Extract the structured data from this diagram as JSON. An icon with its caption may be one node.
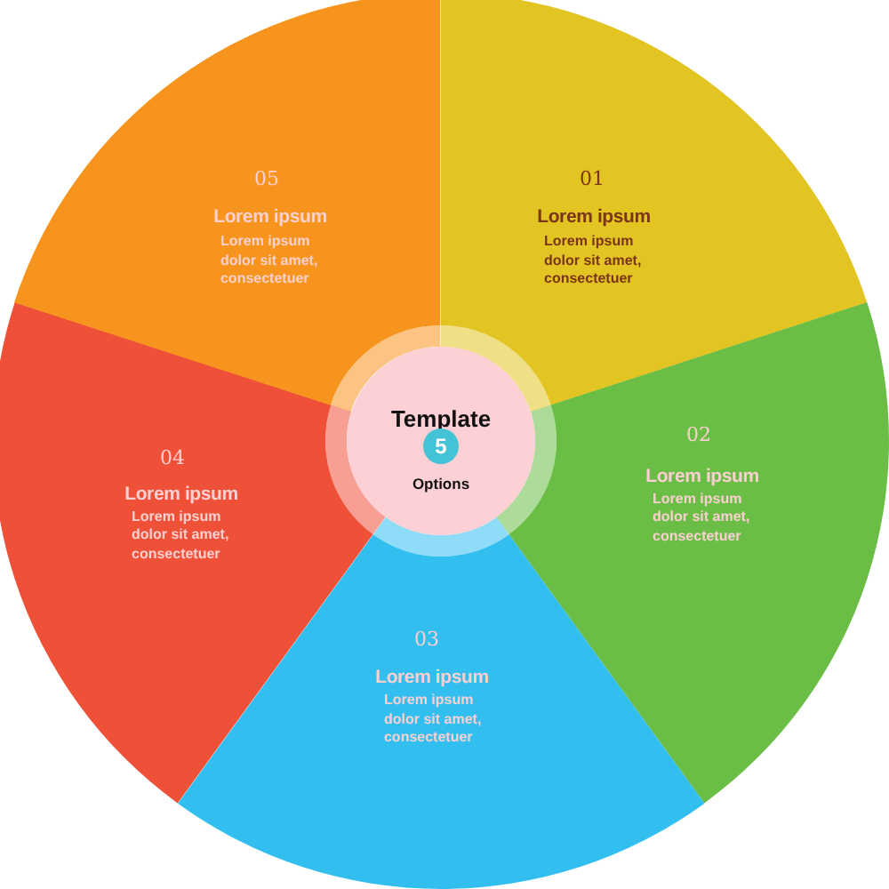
{
  "diagram": {
    "nodes": [
      {
        "text": [
          "01",
          "Lorem ipsum",
          "Lorem ipsum dolor sit amet, consectetuer"
        ]
      },
      {
        "text": [
          "02",
          "Lorem ipsum",
          "Lorem ipsum dolor sit amet, consectetuer"
        ]
      },
      {
        "text": [
          "03",
          "Lorem ipsum",
          "Lorem ipsum dolor sit amet, consectetuer"
        ]
      },
      {
        "text": [
          "04",
          "Lorem ipsum",
          "Lorem ipsum dolor sit amet, consectetuer"
        ]
      },
      {
        "text": [
          "05",
          "Lorem ipsum",
          "Lorem ipsum dolor sit amet, consectetuer"
        ]
      },
      {
        "text": [
          "Template",
          "Options"
        ]
      },
      {
        "text": [
          "5"
        ],
        "in": 5
      }
    ]
  }
}
